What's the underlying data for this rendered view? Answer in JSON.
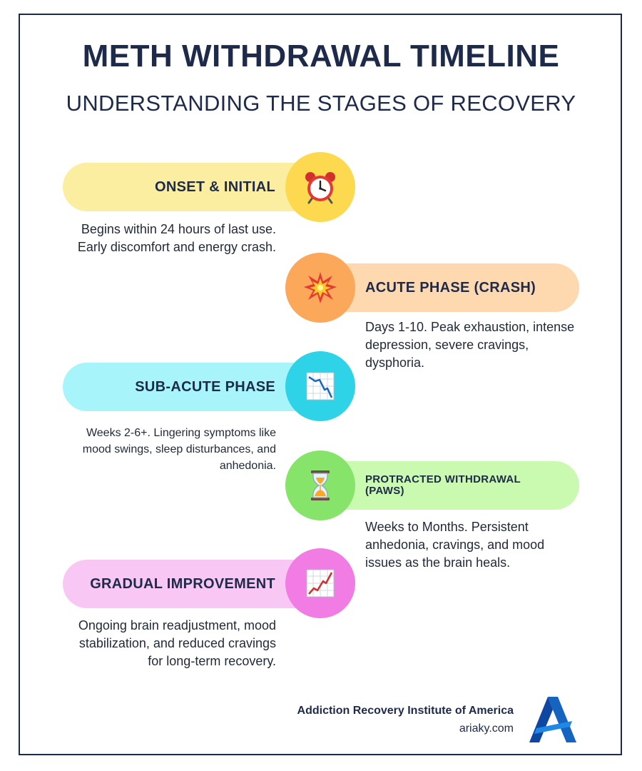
{
  "header": {
    "title": "METH WITHDRAWAL TIMELINE",
    "subtitle": "UNDERSTANDING THE STAGES OF RECOVERY"
  },
  "stages": [
    {
      "label": "ONSET & INITIAL",
      "icon": "alarm-clock-icon",
      "color": "#fbeea0",
      "icon_bg": "#fcd94f",
      "description": "Begins within 24 hours of last use. Early discomfort and energy crash."
    },
    {
      "label": "ACUTE PHASE (CRASH)",
      "icon": "collision-icon",
      "color": "#fed9b0",
      "icon_bg": "#fba85a",
      "description": "Days 1-10. Peak exhaustion, intense depression, severe cravings, dysphoria."
    },
    {
      "label": "SUB-ACUTE PHASE",
      "icon": "chart-decreasing-icon",
      "color": "#a7f4fb",
      "icon_bg": "#2ed3e7",
      "description": "Weeks 2-6+. Lingering symptoms like mood swings, sleep disturbances, and anhedonia."
    },
    {
      "label": "PROTRACTED WITHDRAWAL (PAWS)",
      "icon": "hourglass-icon",
      "color": "#caf9b0",
      "icon_bg": "#86e46a",
      "description": "Weeks to Months. Persistent anhedonia, cravings, and mood issues as the brain heals."
    },
    {
      "label": "GRADUAL IMPROVEMENT",
      "icon": "chart-increasing-icon",
      "color": "#f9c7f4",
      "icon_bg": "#f07ce4",
      "description": "Ongoing brain readjustment, mood stabilization, and reduced cravings for long-term recovery."
    }
  ],
  "footer": {
    "organization": "Addiction Recovery Institute of America",
    "website": "ariaky.com",
    "logo": "ari-logo"
  }
}
